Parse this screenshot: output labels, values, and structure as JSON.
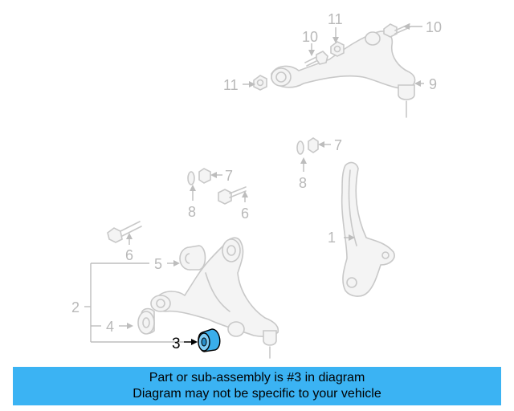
{
  "callouts": {
    "c1": "1",
    "c2": "2",
    "c3": "3",
    "c4": "4",
    "c5": "5",
    "c6a": "6",
    "c6b": "6",
    "c7a": "7",
    "c7b": "7",
    "c8a": "8",
    "c8b": "8",
    "c9": "9",
    "c10a": "10",
    "c10b": "10",
    "c11a": "11",
    "c11b": "11"
  },
  "highlighted_part": "3",
  "colors": {
    "highlight_part": "#3aaeea",
    "info_bar": "#3bb3f3",
    "dim_line": "#c8c8c8"
  },
  "info": {
    "line1": "Part or sub-assembly is #3 in diagram",
    "line2": "Diagram may not be specific to your vehicle"
  }
}
